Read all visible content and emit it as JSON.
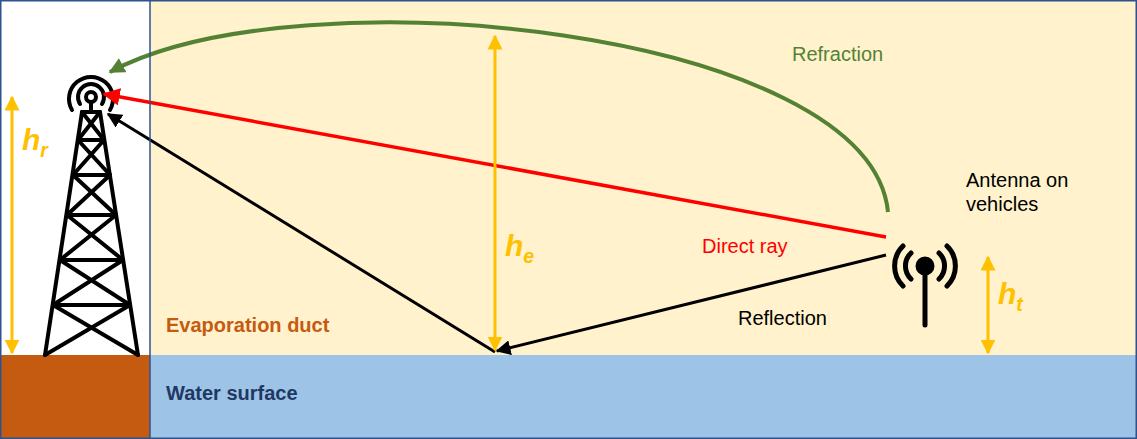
{
  "diagram": {
    "nodes": [
      {
        "text": [
          "Evaporation duct"
        ]
      },
      {
        "text": [
          "Water surface"
        ]
      }
    ],
    "labels": [
      "Refraction",
      "hr",
      "he",
      "Direct ray",
      "Antenna on vehicles",
      "Reflection",
      "ht"
    ]
  }
}
